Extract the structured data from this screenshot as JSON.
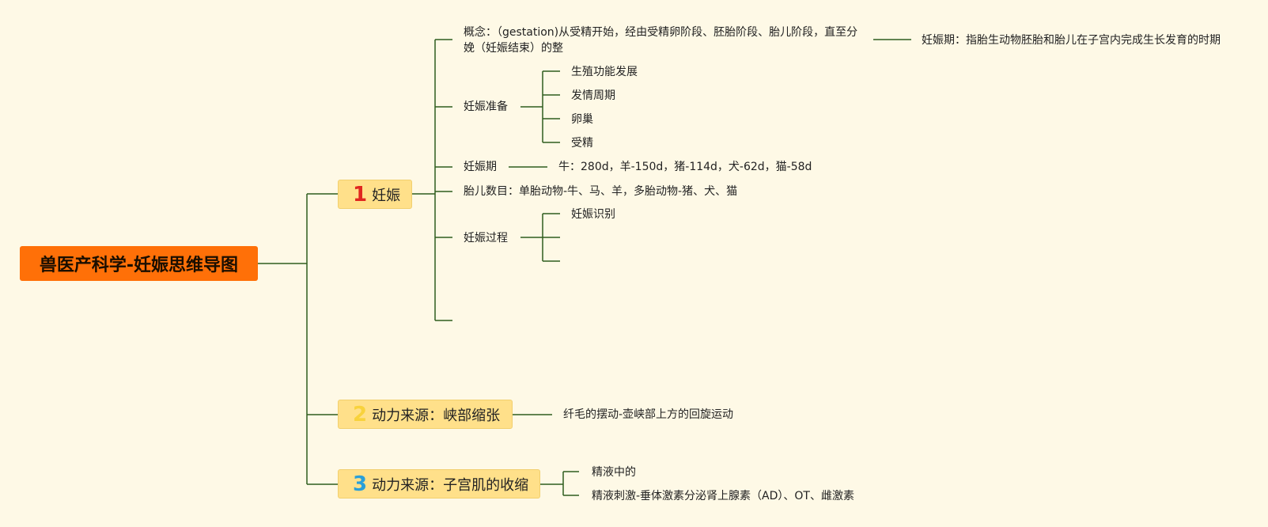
{
  "root": {
    "label": "兽医产科学-妊娠思维导图"
  },
  "branches": [
    {
      "number": "1",
      "label": "妊娠",
      "number_color": "#e0261f"
    },
    {
      "number": "2",
      "label": "动力来源：峡部缩张",
      "number_color": "#f8d23c"
    },
    {
      "number": "3",
      "label": "动力来源：子宫肌的收缩",
      "number_color": "#2a9fd8"
    }
  ],
  "b1": {
    "concept": "概念：（gestation)从受精开始，经由受精卵阶段、胚胎阶段、胎儿阶段，直至分娩（妊娠结束）的整",
    "concept_child": "妊娠期：指胎生动物胚胎和胎儿在子宫内完成生长发育的时期",
    "prep": "妊娠准备",
    "prep_children": [
      "生殖功能发展",
      "发情周期",
      "卵巢",
      "受精"
    ],
    "period": "妊娠期",
    "period_child": "牛：280d，羊-150d，猪-114d，犬-62d，猫-58d",
    "fetus": "胎儿数目：单胎动物-牛、马、羊，多胎动物-猪、犬、猫",
    "process": "妊娠过程",
    "process_children": [
      "妊娠识别"
    ]
  },
  "b2": {
    "child": "纤毛的摆动-壶峡部上方的回旋运动"
  },
  "b3": {
    "children": [
      "精液中的",
      "精液刺激-垂体激素分泌肾上腺素（AD）、OT、雌激素"
    ]
  },
  "colors": {
    "line": "#2f5d1e",
    "root": "#ff7008",
    "branch": "#ffe08a",
    "background": "#fef9e6"
  }
}
